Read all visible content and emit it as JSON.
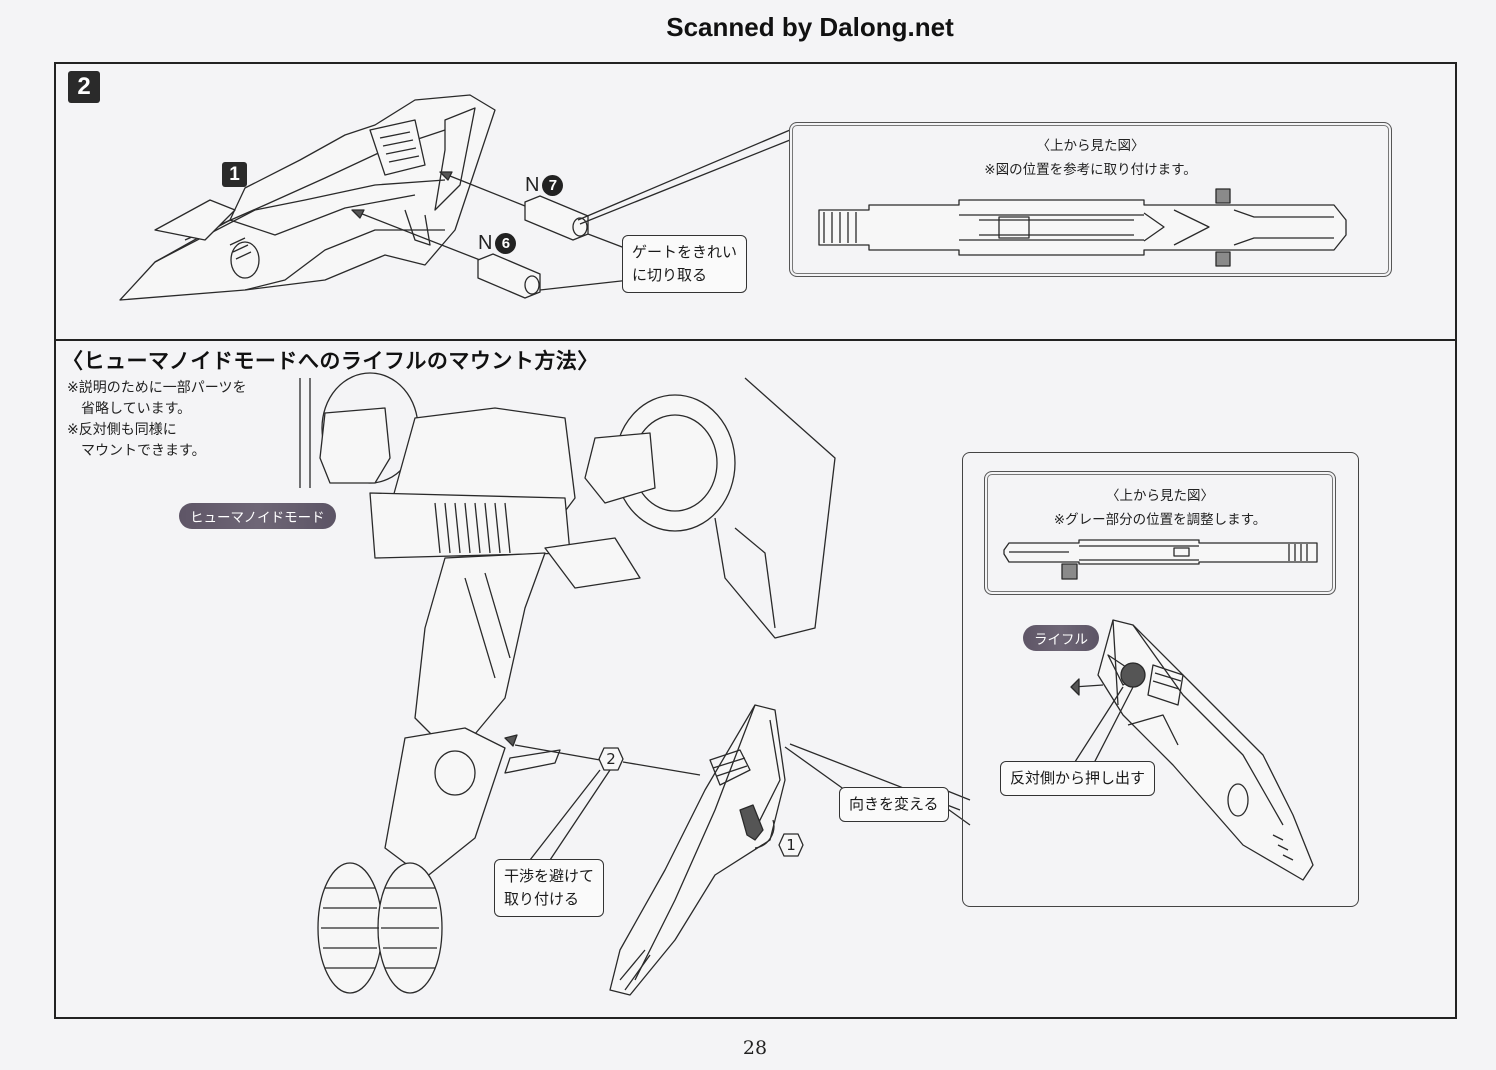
{
  "header": {
    "watermark": "Scanned by Dalong.net"
  },
  "step": {
    "number": "2",
    "subassembly_badge": "1",
    "parts": [
      {
        "letter": "N",
        "number": "7"
      },
      {
        "letter": "N",
        "number": "6"
      }
    ],
    "gate_callout": [
      "ゲートをきれい",
      "に切り取る"
    ],
    "top_view": {
      "title": "〈上から見た図〉",
      "note": "※図の位置を参考に取り付けます。"
    }
  },
  "mount_section": {
    "title": "〈ヒューマノイドモードへのライフルのマウント方法〉",
    "notes": [
      "※説明のために一部パーツを",
      "省略しています。",
      "※反対側も同様に",
      "マウントできます。"
    ],
    "mode_pill": "ヒューマノイドモード",
    "callouts": {
      "avoid": [
        "干渉を避けて",
        "取り付ける"
      ],
      "change_direction": "向きを変える"
    },
    "sequence_markers": [
      "1",
      "2"
    ],
    "detail_box": {
      "top_view_title": "〈上から見た図〉",
      "top_view_note": "※グレー部分の位置を調整します。",
      "rifle_pill": "ライフル",
      "push_callout": "反対側から押し出す"
    }
  },
  "footer": {
    "page_number": "28"
  }
}
